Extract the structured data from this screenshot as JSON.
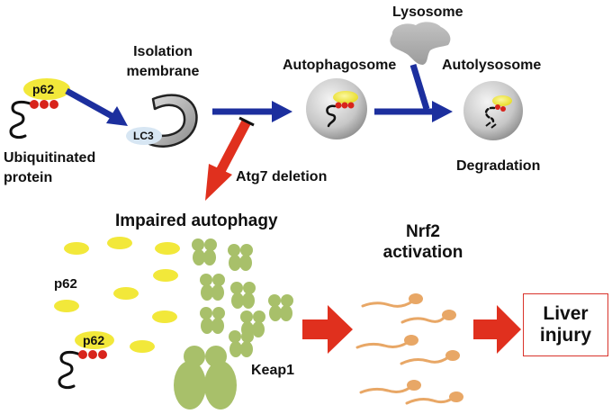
{
  "labels": {
    "ubiquitinated_line1": "Ubiquitinated",
    "ubiquitinated_line2": "protein",
    "p62_top": "p62",
    "isolation_line1": "Isolation",
    "isolation_line2": "membrane",
    "lc3": "LC3",
    "autophagosome": "Autophagosome",
    "lysosome": "Lysosome",
    "autolysosome": "Autolysosome",
    "degradation": "Degradation",
    "atg7_deletion": "Atg7 deletion",
    "impaired_autophagy": "Impaired autophagy",
    "p62_free": "p62",
    "p62_bottom": "p62",
    "keap1": "Keap1",
    "nrf2_line1": "Nrf2",
    "nrf2_line2": "activation",
    "liver_line1": "Liver",
    "liver_line2": "injury"
  },
  "colors": {
    "blue_arrow": "#1c2f9e",
    "red_arrow": "#e0301e",
    "p62_yellow": "#f2e83a",
    "ubiquitin_red": "#d8241c",
    "keap1_green": "#a8c06a",
    "nrf2_orange": "#e8a766",
    "lysosome_gray": "#b0b0b0",
    "membrane_gray": "#9a9a9a",
    "lc3_blue": "#d7e6f3",
    "liver_box_border": "#d9332b"
  }
}
